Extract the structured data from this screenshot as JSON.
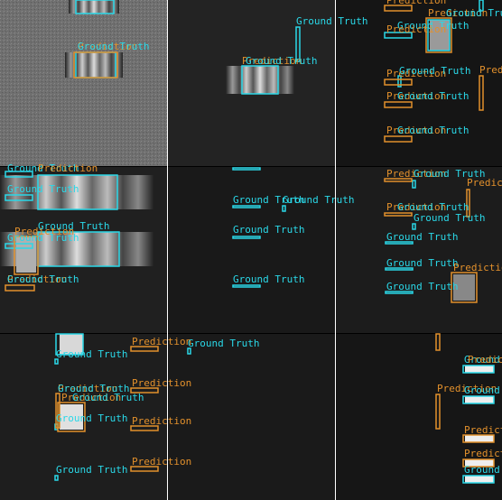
{
  "colors": {
    "ground_truth": "#2ad8e8",
    "prediction": "#e2902c",
    "separator": "#ffffff"
  },
  "labels": {
    "ground_truth": "Ground Truth",
    "prediction": "Prediction"
  },
  "panels": [
    {
      "row": 0,
      "col": 0,
      "background": "textured-grey"
    },
    {
      "row": 0,
      "col": 1,
      "background": "dark-grey"
    },
    {
      "row": 0,
      "col": 2,
      "background": "dark"
    },
    {
      "row": 1,
      "col": 0,
      "background": "dark"
    },
    {
      "row": 1,
      "col": 1,
      "background": "dark"
    },
    {
      "row": 1,
      "col": 2,
      "background": "dark"
    },
    {
      "row": 2,
      "col": 0,
      "background": "dark"
    },
    {
      "row": 2,
      "col": 1,
      "background": "dark"
    },
    {
      "row": 2,
      "col": 2,
      "background": "dark"
    }
  ]
}
